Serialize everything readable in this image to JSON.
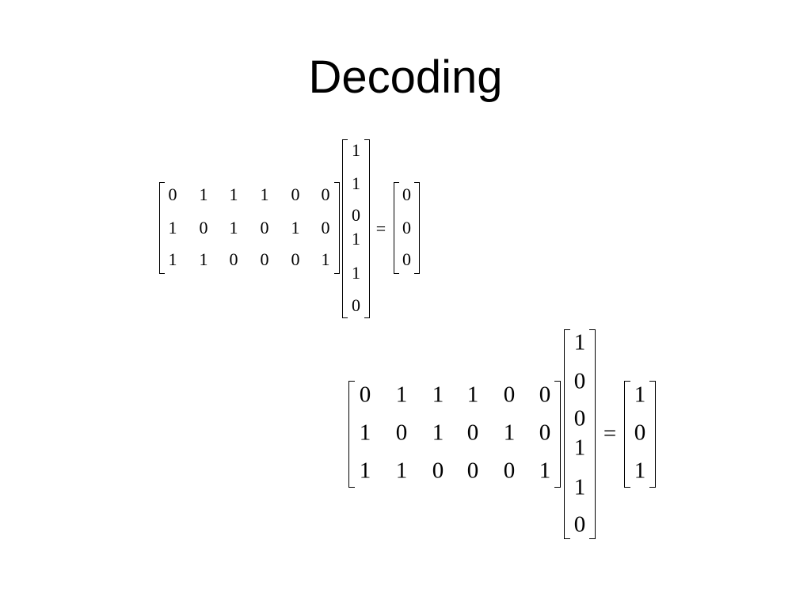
{
  "title": "Decoding",
  "equations": [
    {
      "matrix": [
        [
          "0",
          "1",
          "1",
          "1",
          "0",
          "0"
        ],
        [
          "1",
          "0",
          "1",
          "0",
          "1",
          "0"
        ],
        [
          "1",
          "1",
          "0",
          "0",
          "0",
          "1"
        ]
      ],
      "vector": [
        "1",
        "1",
        "0",
        "1",
        "1",
        "0"
      ],
      "equals": "=",
      "result": [
        "0",
        "0",
        "0"
      ]
    },
    {
      "matrix": [
        [
          "0",
          "1",
          "1",
          "1",
          "0",
          "0"
        ],
        [
          "1",
          "0",
          "1",
          "0",
          "1",
          "0"
        ],
        [
          "1",
          "1",
          "0",
          "0",
          "0",
          "1"
        ]
      ],
      "vector": [
        "1",
        "0",
        "0",
        "1",
        "1",
        "0"
      ],
      "equals": "=",
      "result": [
        "1",
        "0",
        "1"
      ]
    }
  ]
}
